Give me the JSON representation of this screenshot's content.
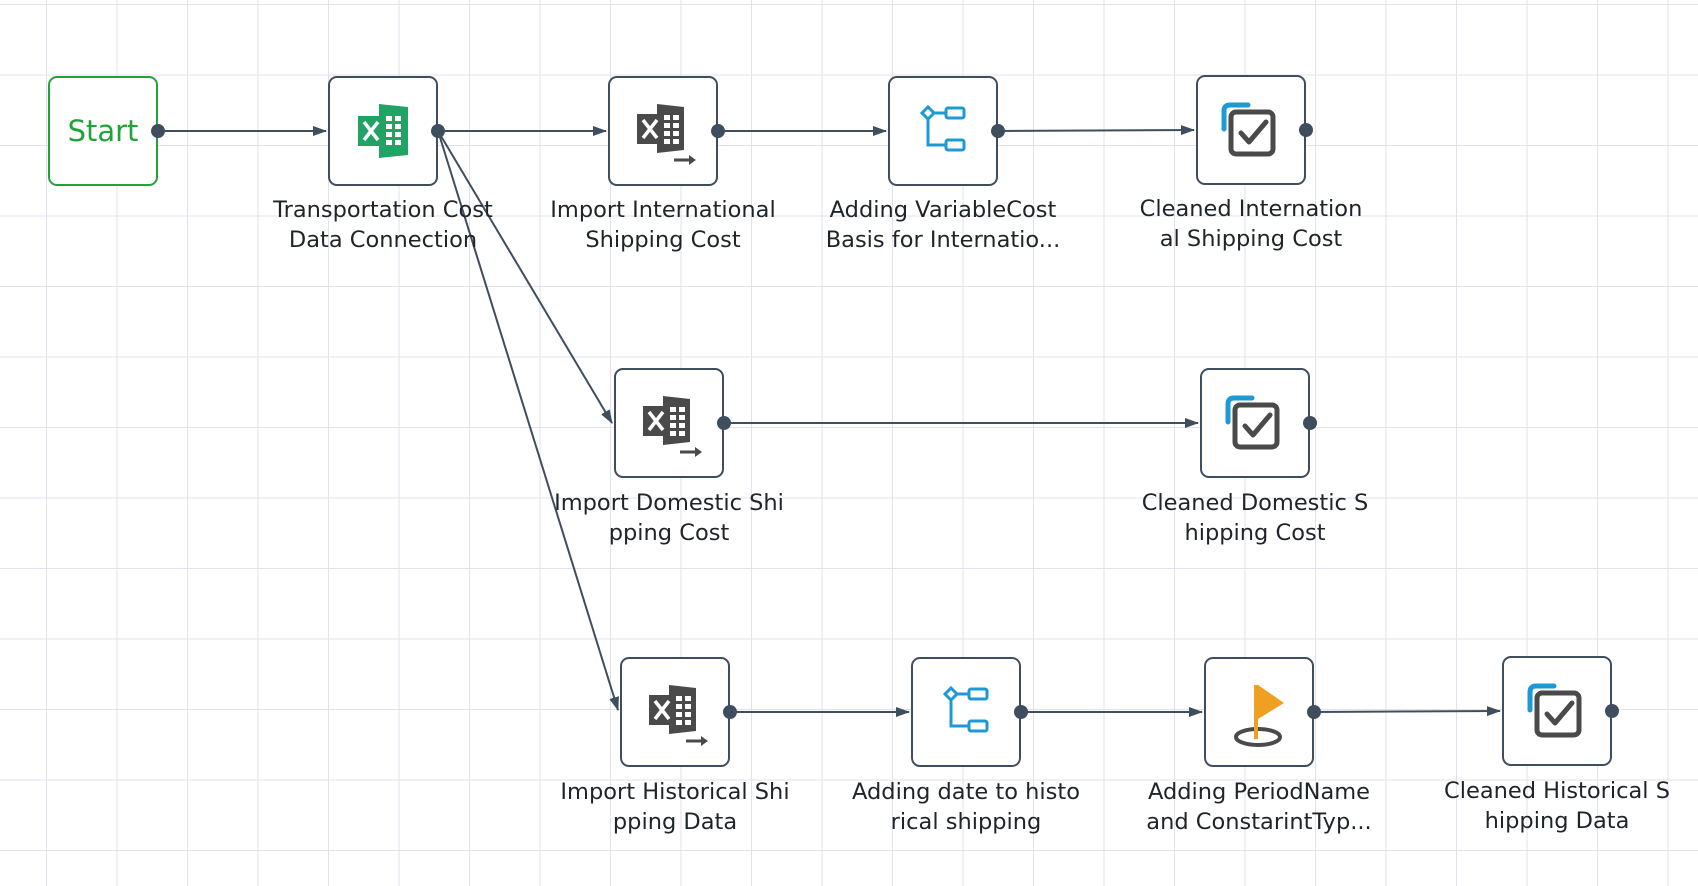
{
  "start": {
    "label": "Start"
  },
  "nodes": {
    "transportation_connection": {
      "label": "Transportation Cost\nData Connection",
      "icon": "excel-connection-icon"
    },
    "import_international": {
      "label": "Import International\nShipping Cost",
      "icon": "excel-import-icon"
    },
    "adding_variable_cost": {
      "label": "Adding VariableCost\nBasis for Internatio...",
      "icon": "transform-icon"
    },
    "cleaned_international": {
      "label": "Cleaned Internation\nal Shipping Cost",
      "icon": "checkbox-output-icon"
    },
    "import_domestic": {
      "label": "Import Domestic Shi\npping Cost",
      "icon": "excel-import-icon"
    },
    "cleaned_domestic": {
      "label": "Cleaned Domestic S\nhipping Cost",
      "icon": "checkbox-output-icon"
    },
    "import_historical": {
      "label": "Import Historical Shi\npping Data",
      "icon": "excel-import-icon"
    },
    "adding_date": {
      "label": "Adding date to histo\nrical shipping",
      "icon": "transform-icon"
    },
    "adding_period_name": {
      "label": "Adding PeriodName\nand ConstarintTyp...",
      "icon": "flag-target-icon"
    },
    "cleaned_historical": {
      "label": "Cleaned Historical S\nhipping Data",
      "icon": "checkbox-output-icon"
    }
  },
  "colors": {
    "edge": "#3f4e5f",
    "start_accent": "#22a33a",
    "excel_green": "#21a366",
    "excel_gray": "#4a4a4a",
    "transform_blue": "#1c9ad6",
    "flag_orange": "#f0a020",
    "grid": "#e2e2ee"
  }
}
